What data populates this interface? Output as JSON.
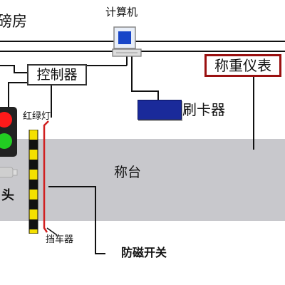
{
  "labels": {
    "booth": "磅房",
    "computer": "计算机",
    "controller": "控制器",
    "weighing_indicator": "称重仪表",
    "card_reader": "刷卡器",
    "traffic_light": "红绿灯",
    "platform": "称台",
    "left_partial": "头",
    "barrier": "挡车器",
    "anti_magnetic_switch": "防磁开关"
  },
  "colors": {
    "platform": "#c8c8cc",
    "wire": "#111111",
    "red_wire": "#d02020",
    "indicator_border": "#9a1010",
    "card_reader": "#1a2a9a",
    "light_red": "#ff1a1a",
    "light_green": "#22cc22",
    "barrier_yellow": "#f4e000",
    "monitor_screen": "#1846c8"
  },
  "icons": [
    "computer-icon",
    "card-reader-icon",
    "traffic-light-icon",
    "barrier-gate-icon",
    "camera-icon"
  ]
}
